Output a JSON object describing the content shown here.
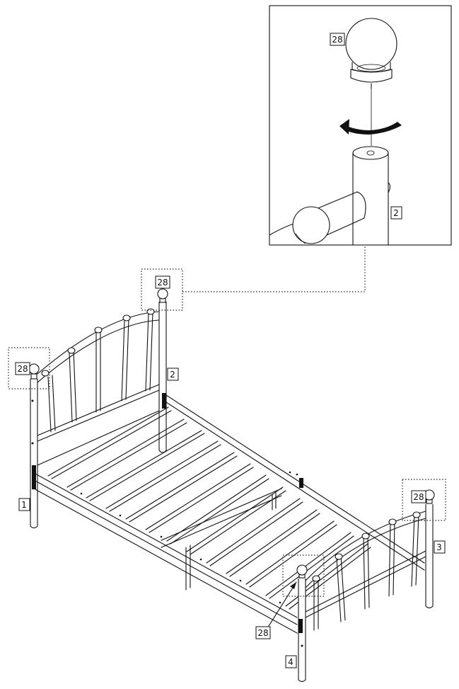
{
  "labels": {
    "knob_part": "28",
    "detail_knob": "28",
    "detail_post": "2",
    "post_1": "1",
    "post_2": "2",
    "post_3": "3",
    "post_4": "4",
    "knob_hb_left": "28",
    "knob_hb_right": "28",
    "knob_fb_right": "28",
    "knob_fb_left": "28"
  },
  "colors": {
    "line": "#111111",
    "background": "#ffffff"
  },
  "icons": {
    "rotation": "curved-arrow-icon"
  }
}
